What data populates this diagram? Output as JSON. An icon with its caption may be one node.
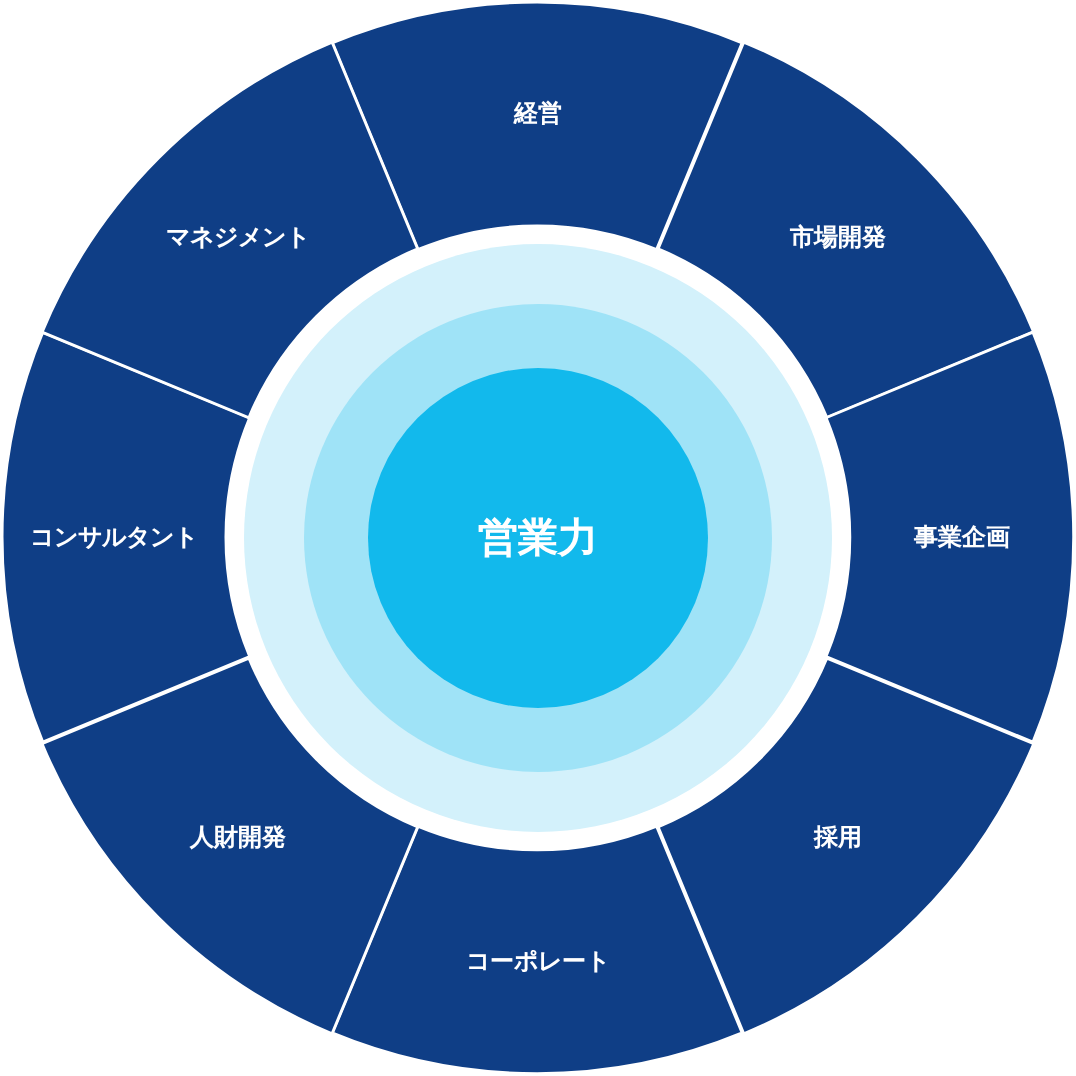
{
  "diagram": {
    "nodes": [
      {
        "text": [
          "経営"
        ]
      },
      {
        "text": [
          "市場開発"
        ]
      },
      {
        "text": [
          "事業企画"
        ]
      },
      {
        "text": [
          "採用"
        ]
      },
      {
        "text": [
          "コーポレート"
        ]
      },
      {
        "text": [
          "人財開発"
        ]
      },
      {
        "text": [
          "コンサルタント"
        ]
      },
      {
        "text": [
          "マネジメント"
        ]
      },
      {
        "text": [
          "営業力"
        ]
      }
    ]
  }
}
